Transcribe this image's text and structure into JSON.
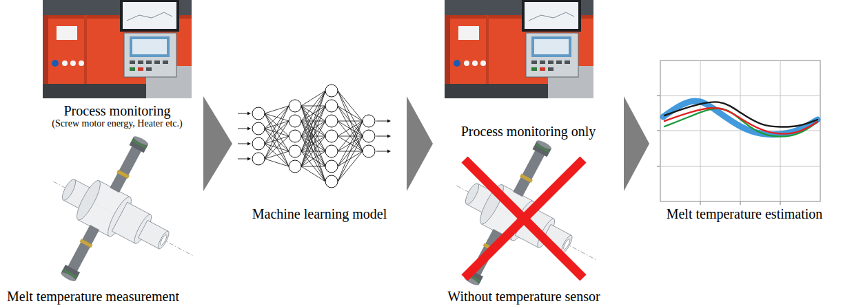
{
  "diagram": {
    "nodes": [
      {
        "text": [
          "Process monitoring",
          "(Screw motor energy, Heater etc.)"
        ]
      },
      {
        "text": [
          "Melt temperature measurement"
        ]
      },
      {
        "text": [
          "Machine learning model"
        ]
      },
      {
        "text": [
          "Process monitoring only"
        ]
      },
      {
        "text": [
          "Without temperature sensor"
        ]
      },
      {
        "text": [
          "Melt temperature estimation"
        ]
      }
    ],
    "edges": [
      {
        "from": 0,
        "to": 2,
        "arrow": "to"
      },
      {
        "from": 2,
        "to": 3,
        "arrow": "to"
      },
      {
        "from": 3,
        "to": 5,
        "arrow": "to"
      }
    ]
  }
}
